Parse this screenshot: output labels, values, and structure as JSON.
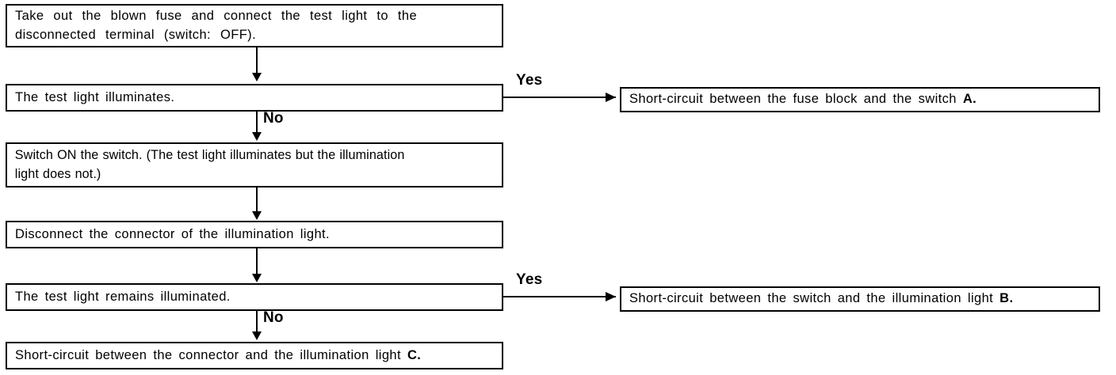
{
  "diagram": {
    "type": "flowchart",
    "title": "Blown fuse / illumination light short-circuit diagnostic flowchart",
    "nodes": [
      {
        "id": "step1",
        "kind": "process",
        "text": "Take out the blown fuse and connect the test light to the\ndisconnected terminal (switch: OFF)."
      },
      {
        "id": "step2",
        "kind": "decision",
        "text": "The test light illuminates."
      },
      {
        "id": "result_a",
        "kind": "terminal",
        "text": "Short-circuit between the fuse block and the switch ",
        "tag": "A."
      },
      {
        "id": "step3",
        "kind": "process",
        "text": "Switch ON the switch. (The test light illuminates but the illumination\nlight does not.)"
      },
      {
        "id": "step4",
        "kind": "process",
        "text": "Disconnect the connector of the illumination light."
      },
      {
        "id": "step5",
        "kind": "decision",
        "text": "The test light remains illuminated."
      },
      {
        "id": "result_b",
        "kind": "terminal",
        "text": "Short-circuit between the switch and the illumination light ",
        "tag": "B."
      },
      {
        "id": "result_c",
        "kind": "terminal",
        "text": "Short-circuit between the connector and the illumination light ",
        "tag": "C."
      }
    ],
    "edges": [
      {
        "id": "e1",
        "from": "step1",
        "to": "step2",
        "label": ""
      },
      {
        "id": "e2",
        "from": "step2",
        "to": "result_a",
        "label": "Yes"
      },
      {
        "id": "e3",
        "from": "step2",
        "to": "step3",
        "label": "No"
      },
      {
        "id": "e4",
        "from": "step3",
        "to": "step4",
        "label": ""
      },
      {
        "id": "e5",
        "from": "step4",
        "to": "step5",
        "label": ""
      },
      {
        "id": "e6",
        "from": "step5",
        "to": "result_b",
        "label": "Yes"
      },
      {
        "id": "e7",
        "from": "step5",
        "to": "result_c",
        "label": "No"
      }
    ],
    "colors": {
      "line": "#000000",
      "box_border": "#000000",
      "box_fill": "#ffffff",
      "text": "#000000",
      "background": "#ffffff"
    }
  }
}
